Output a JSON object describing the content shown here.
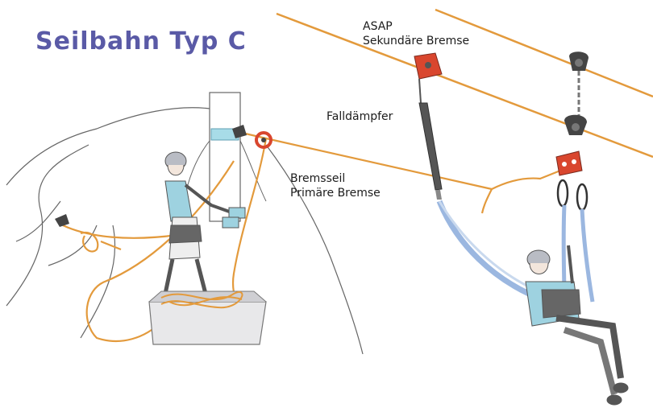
{
  "title": "Seilbahn Typ C",
  "labels": {
    "asap_line1": "ASAP",
    "asap_line2": "Sekundäre Bremse",
    "falldaempfer": "Falldämpfer",
    "bremsseil_line1": "Bremsseil",
    "bremsseil_line2": "Primäre Bremse"
  },
  "colors": {
    "title": "#5a5aa6",
    "rope": "#e39a3c",
    "device_red": "#d9462e",
    "clothing_blue": "#9ed2e0",
    "sling_blue": "#9bb7e0"
  }
}
